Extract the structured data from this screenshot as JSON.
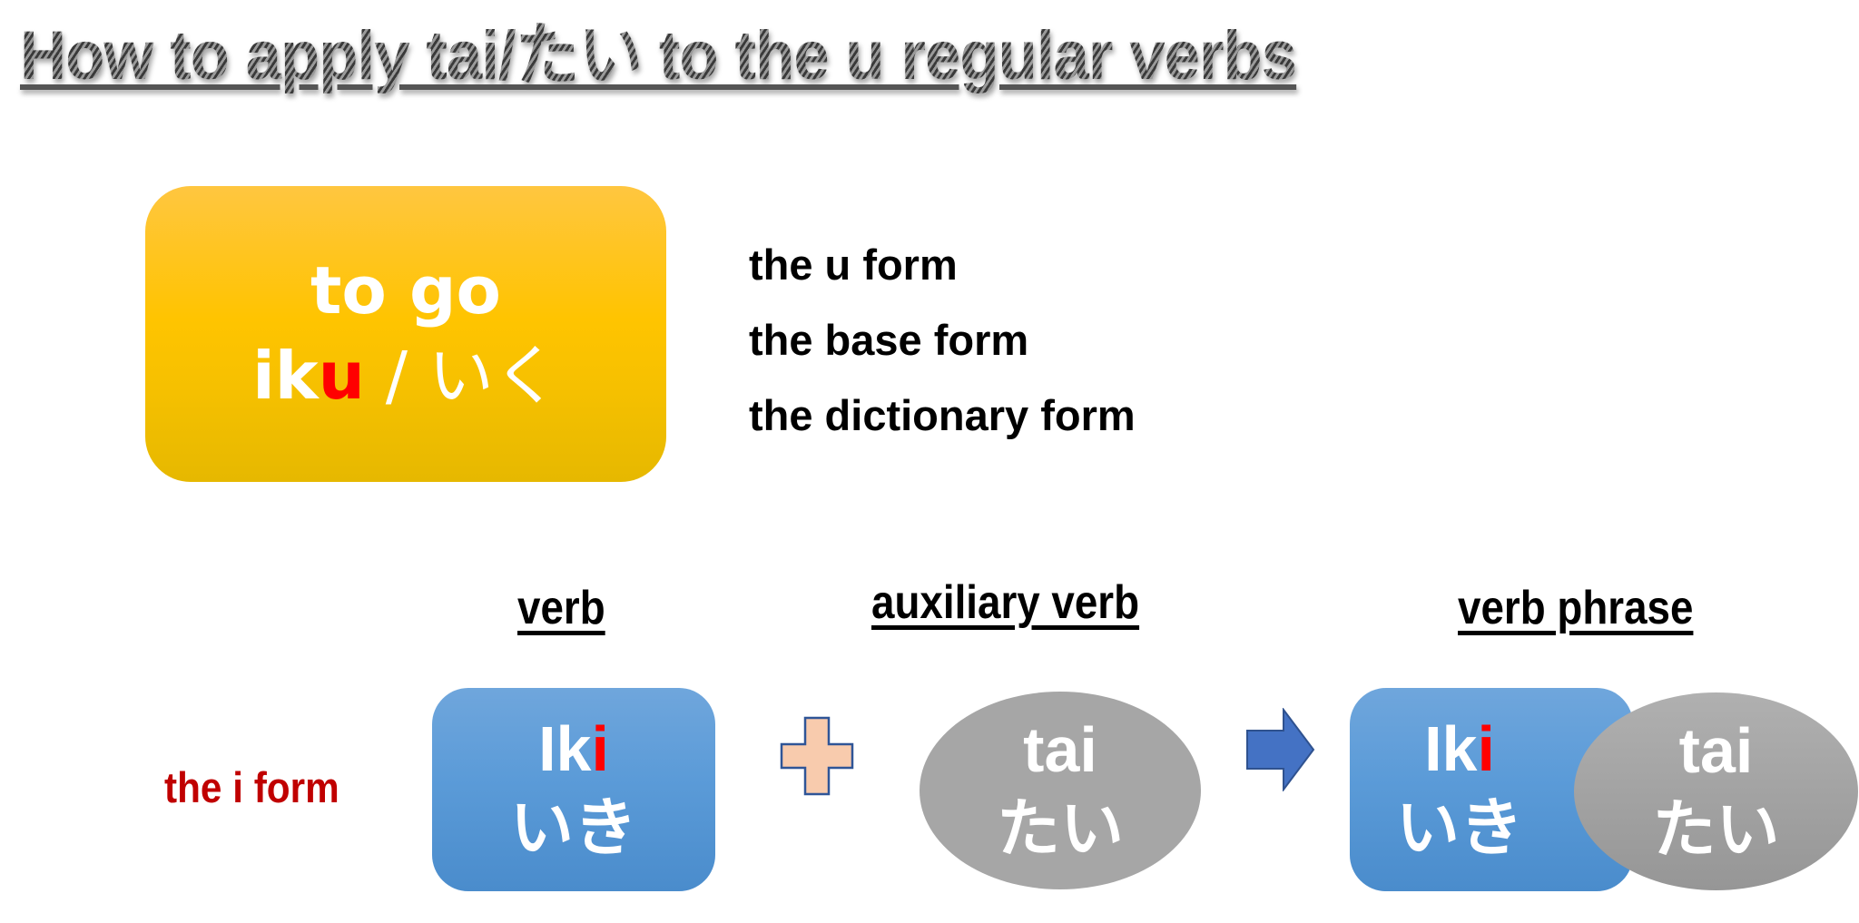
{
  "title": "How to apply tai/たい to the u regular verbs",
  "dictionary_card": {
    "meaning": "to go",
    "romaji_stem": "ik",
    "romaji_ending": "u",
    "separator": " / ",
    "kana": "いく",
    "ending_color": "#ff0000",
    "fill_color": "#ffc000"
  },
  "form_names": [
    "the u form",
    "the base form",
    "the dictionary form"
  ],
  "headers": {
    "verb": "verb",
    "auxiliary_verb": "auxiliary verb",
    "verb_phrase": "verb phrase"
  },
  "i_form_label": "the i form",
  "verb_box": {
    "romaji_stem": "Ik",
    "romaji_ending": "i",
    "kana": "いき",
    "fill_color": "#5b9bd5"
  },
  "auxiliary_oval": {
    "romaji": "tai",
    "kana": "たい",
    "fill_color": "#a6a6a6"
  },
  "result": {
    "verb_romaji_stem": "Ik",
    "verb_romaji_ending": "i",
    "verb_kana": "いき",
    "aux_romaji": "tai",
    "aux_kana": "たい"
  },
  "icons": {
    "plus": "plus-icon",
    "arrow": "arrow-right-icon"
  },
  "colors": {
    "accent_red": "#ff0000",
    "label_red": "#c00000",
    "plus_fill": "#f8cbad",
    "plus_stroke": "#2f5597",
    "arrow_fill": "#4472c4",
    "arrow_stroke": "#2f528f"
  }
}
